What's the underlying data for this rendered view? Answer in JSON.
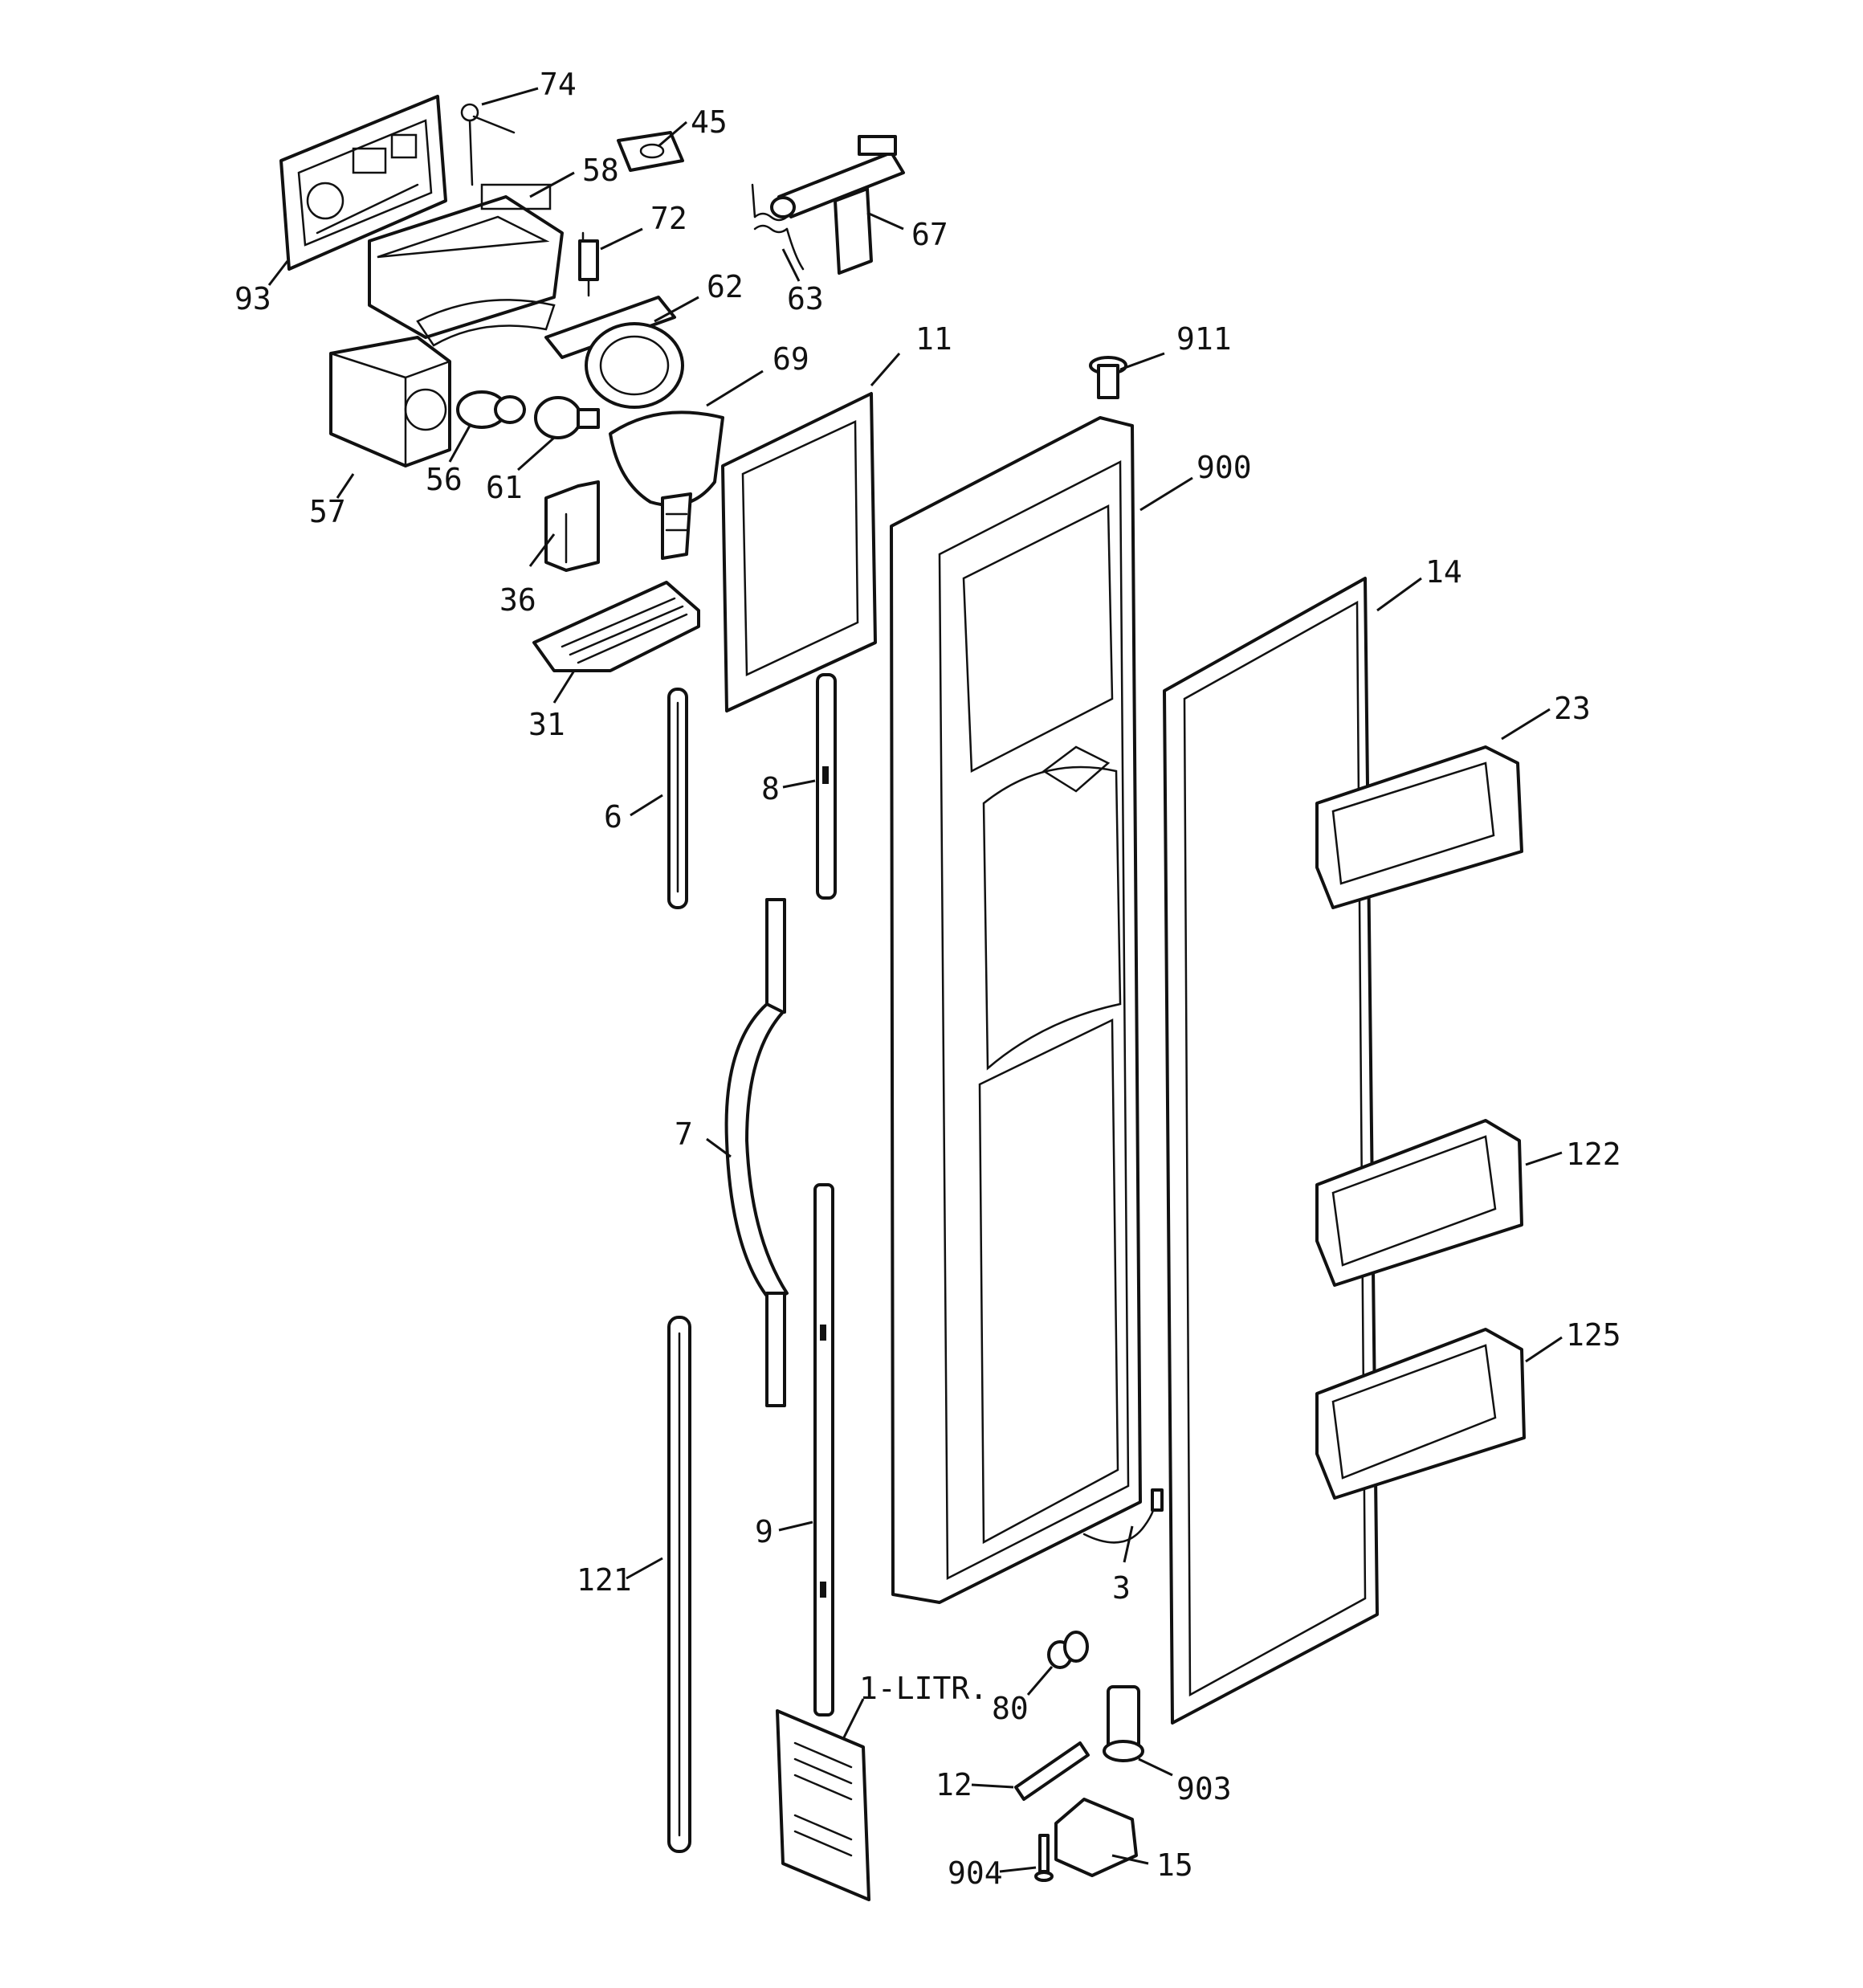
{
  "diagram": {
    "callouts": {
      "c74": "74",
      "c45": "45",
      "c58": "58",
      "c72": "72",
      "c67": "67",
      "c93": "93",
      "c63": "63",
      "c62": "62",
      "c69": "69",
      "c11": "11",
      "c911": "911",
      "c57": "57",
      "c56": "56",
      "c61": "61",
      "c900": "900",
      "c36": "36",
      "c14": "14",
      "c31": "31",
      "c23": "23",
      "c8": "8",
      "c6": "6",
      "c7": "7",
      "c122": "122",
      "c125": "125",
      "c9": "9",
      "c121": "121",
      "c3": "3",
      "c1litr": "1-LITR.",
      "c80": "80",
      "c903": "903",
      "c12": "12",
      "c904": "904",
      "c15": "15"
    }
  }
}
